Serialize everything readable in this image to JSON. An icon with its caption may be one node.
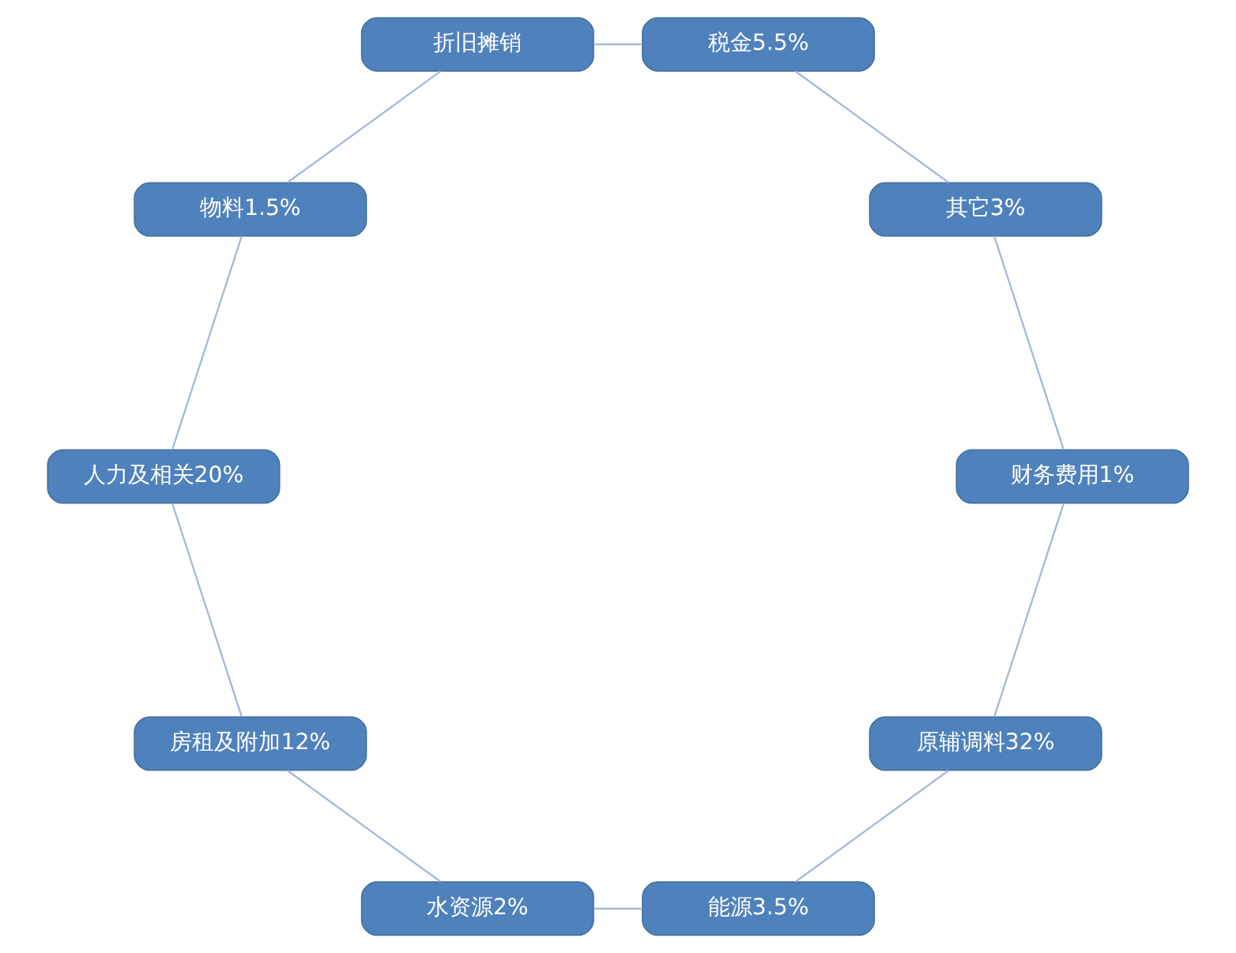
{
  "diagram": {
    "nodes": [
      {
        "text": [
          "原辅调料32%"
        ]
      },
      {
        "text": [
          "能源3.5%"
        ]
      },
      {
        "text": [
          "水资源2%"
        ]
      },
      {
        "text": [
          "房租及附加12%"
        ]
      },
      {
        "text": [
          "人力及相关20%"
        ]
      },
      {
        "text": [
          "物料1.5%"
        ]
      },
      {
        "text": [
          "折旧摊销"
        ]
      },
      {
        "text": [
          "税金5.5%"
        ]
      },
      {
        "text": [
          "其它3%"
        ]
      },
      {
        "text": [
          "财务费用1%"
        ]
      }
    ],
    "edges": [
      {
        "from": 0,
        "to": 1,
        "arrow": "none"
      },
      {
        "from": 1,
        "to": 2,
        "arrow": "none"
      },
      {
        "from": 2,
        "to": 3,
        "arrow": "none"
      },
      {
        "from": 3,
        "to": 4,
        "arrow": "none"
      },
      {
        "from": 4,
        "to": 5,
        "arrow": "none"
      },
      {
        "from": 5,
        "to": 6,
        "arrow": "none"
      },
      {
        "from": 6,
        "to": 7,
        "arrow": "none"
      },
      {
        "from": 7,
        "to": 8,
        "arrow": "none"
      },
      {
        "from": 8,
        "to": 9,
        "arrow": "none"
      },
      {
        "from": 9,
        "to": 0,
        "arrow": "none"
      }
    ]
  }
}
